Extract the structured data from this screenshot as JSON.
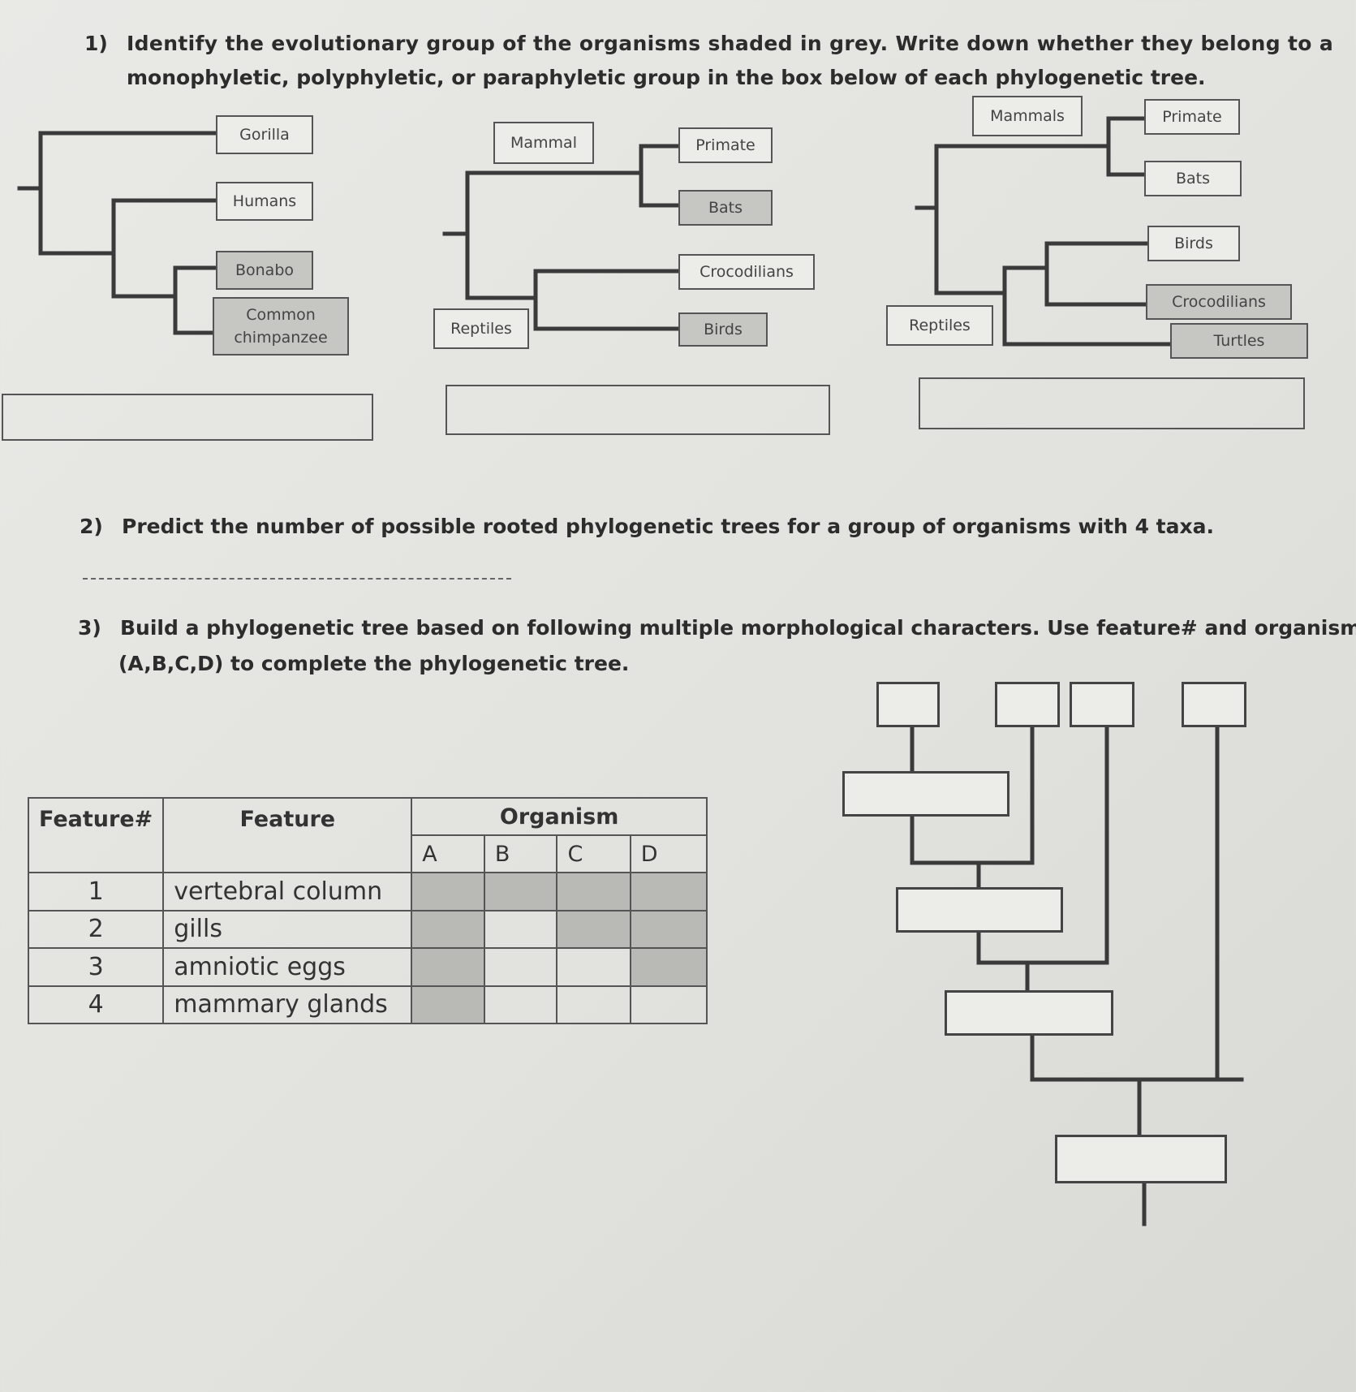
{
  "q1": {
    "number": "1)",
    "text_line1": "Identify the evolutionary group of the organisms shaded in grey. Write down whether they belong to a",
    "text_line2": "monophyletic, polyphyletic, or paraphyletic group in the box below of each phylogenetic tree."
  },
  "tree1": {
    "gorilla": "Gorilla",
    "humans": "Humans",
    "bonabo": "Bonabo",
    "chimp_line1": "Common",
    "chimp_line2": "chimpanzee"
  },
  "tree2": {
    "mammal": "Mammal",
    "primate": "Primate",
    "bats": "Bats",
    "crocodilians": "Crocodilians",
    "reptiles": "Reptiles",
    "birds": "Birds"
  },
  "tree3": {
    "mammals": "Mammals",
    "primate": "Primate",
    "bats": "Bats",
    "birds": "Birds",
    "crocodilians": "Crocodilians",
    "reptiles": "Reptiles",
    "turtles": "Turtles"
  },
  "q2": {
    "number": "2)",
    "text": "Predict the number of possible rooted phylogenetic trees for a group of organisms with 4 taxa."
  },
  "q3": {
    "number": "3)",
    "text_line1": "Build a phylogenetic tree based on following multiple morphological characters. Use feature# and organism",
    "text_line2": "(A,B,C,D) to complete the phylogenetic tree."
  },
  "table": {
    "header_feature_num": "Feature#",
    "header_feature": "Feature",
    "header_organism": "Organism",
    "organisms": [
      "A",
      "B",
      "C",
      "D"
    ],
    "rows": [
      {
        "num": "1",
        "feature": "vertebral column",
        "shaded": [
          true,
          true,
          true,
          true
        ]
      },
      {
        "num": "2",
        "feature": "gills",
        "shaded": [
          true,
          false,
          true,
          true
        ]
      },
      {
        "num": "3",
        "feature": "amniotic eggs",
        "shaded": [
          true,
          false,
          false,
          true
        ]
      },
      {
        "num": "4",
        "feature": "mammary glands",
        "shaded": [
          true,
          false,
          false,
          false
        ]
      }
    ]
  },
  "colors": {
    "shade": "#b9b9b6",
    "line": "#3a3a3a",
    "paper": "#e6e6e3"
  }
}
